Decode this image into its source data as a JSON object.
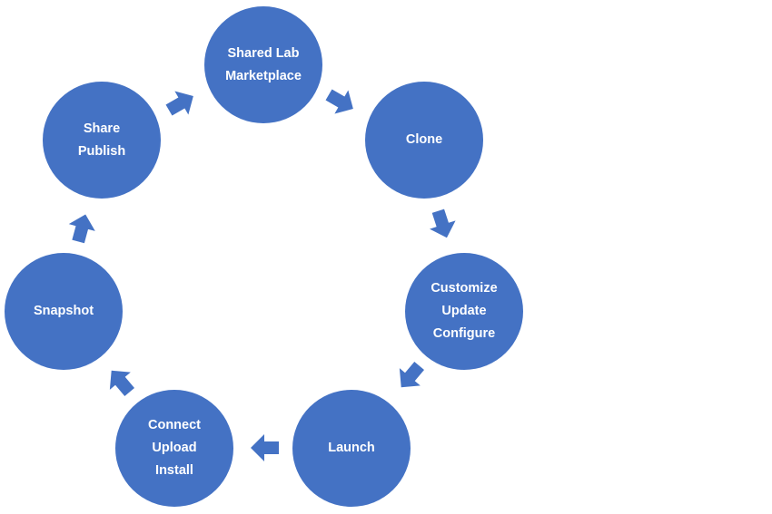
{
  "diagram": {
    "colors": {
      "node_fill": "#4472c4",
      "arrow_fill": "#4472c4",
      "text": "#ffffff",
      "background": "#ffffff"
    },
    "nodes": {
      "shared_lab": {
        "lines": [
          "Shared Lab",
          "Marketplace"
        ]
      },
      "clone": {
        "lines": [
          "Clone"
        ]
      },
      "customize": {
        "lines": [
          "Customize",
          "Update",
          "Configure"
        ]
      },
      "launch": {
        "lines": [
          "Launch"
        ]
      },
      "connect": {
        "lines": [
          "Connect",
          "Upload",
          "Install"
        ]
      },
      "snapshot": {
        "lines": [
          "Snapshot"
        ]
      },
      "share": {
        "lines": [
          "Share",
          "Publish"
        ]
      }
    },
    "flow": [
      "shared_lab",
      "clone",
      "customize",
      "launch",
      "connect",
      "snapshot",
      "share",
      "shared_lab"
    ]
  }
}
